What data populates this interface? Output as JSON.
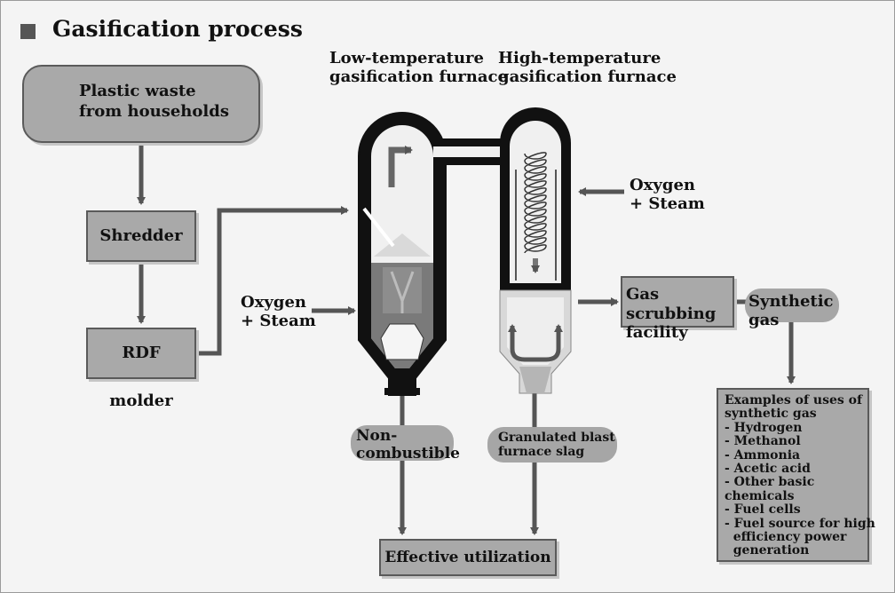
{
  "title": "Gasification process",
  "furnaces": {
    "low": "Low-temperature\ngasification furnace",
    "high": "High-temperature\ngasification furnace"
  },
  "inputs": {
    "oxygen_steam_left": "Oxygen\n+ Steam",
    "oxygen_steam_right": "Oxygen\n+ Steam"
  },
  "process": {
    "plastic_waste": "Plastic waste\nfrom households",
    "shredder": "Shredder",
    "rdf_molder": "RDF molder",
    "gas_scrubbing": "Gas scrubbing\nfacility"
  },
  "outputs": {
    "synthetic_gas": "Synthetic\ngas",
    "non_combustible": "Non-\ncombustible",
    "slag": "Granulated blast\nfurnace slag",
    "effective_utilization": "Effective utilization"
  },
  "uses": {
    "heading": "Examples of uses of\nsynthetic gas",
    "items": [
      "- Hydrogen",
      "- Methanol",
      "- Ammonia",
      "- Acetic acid",
      "- Other basic chemicals",
      "- Fuel cells",
      "- Fuel source for high\n  efficiency power\n  generation"
    ]
  },
  "colors": {
    "furnace_wall": "#111111",
    "box_fill": "#a9a9a9",
    "arrow": "#555555",
    "background": "#f4f4f4"
  }
}
